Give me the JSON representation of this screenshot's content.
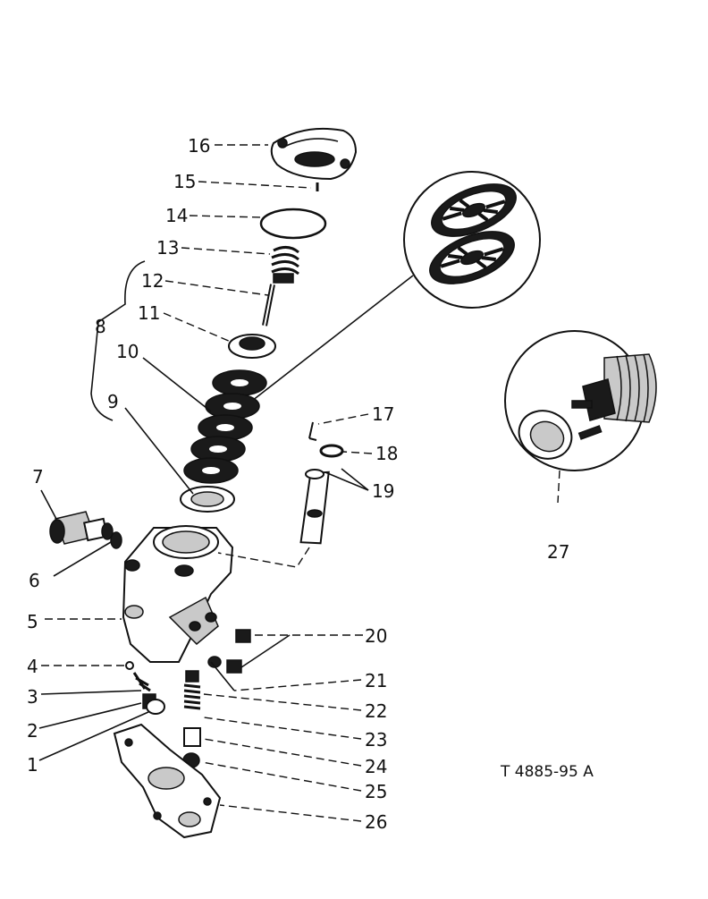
{
  "diagram": {
    "reference": "T 4885-95 A",
    "callouts": [
      "1",
      "2",
      "3",
      "4",
      "5",
      "6",
      "7",
      "8",
      "9",
      "10",
      "11",
      "12",
      "13",
      "14",
      "15",
      "16",
      "17",
      "18",
      "19",
      "20",
      "21",
      "22",
      "23",
      "24",
      "25",
      "26",
      "27"
    ]
  }
}
